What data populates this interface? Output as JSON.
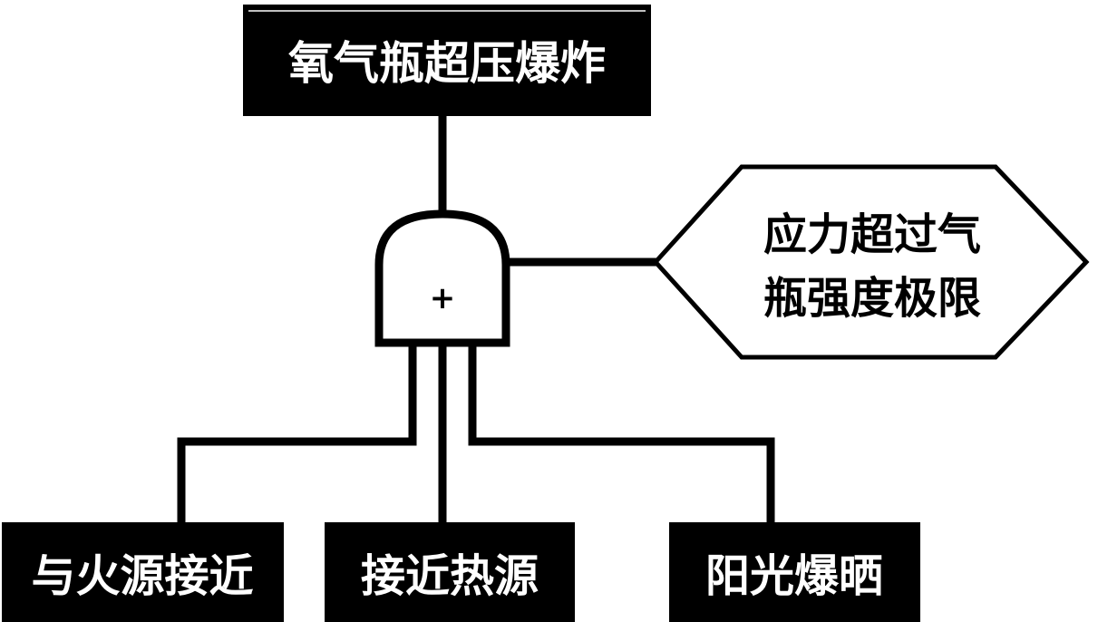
{
  "top_event": {
    "label": "氧气瓶超压爆炸"
  },
  "gate": {
    "type": "OR",
    "symbol": "+"
  },
  "condition": {
    "line1": "应力超过气",
    "line2": "瓶强度极限"
  },
  "basic_events": [
    {
      "label": "与火源接近"
    },
    {
      "label": "接近热源"
    },
    {
      "label": "阳光爆晒"
    }
  ],
  "colors": {
    "box_fill": "#000000",
    "box_text": "#ffffff",
    "line": "#000000",
    "background": "#ffffff"
  }
}
